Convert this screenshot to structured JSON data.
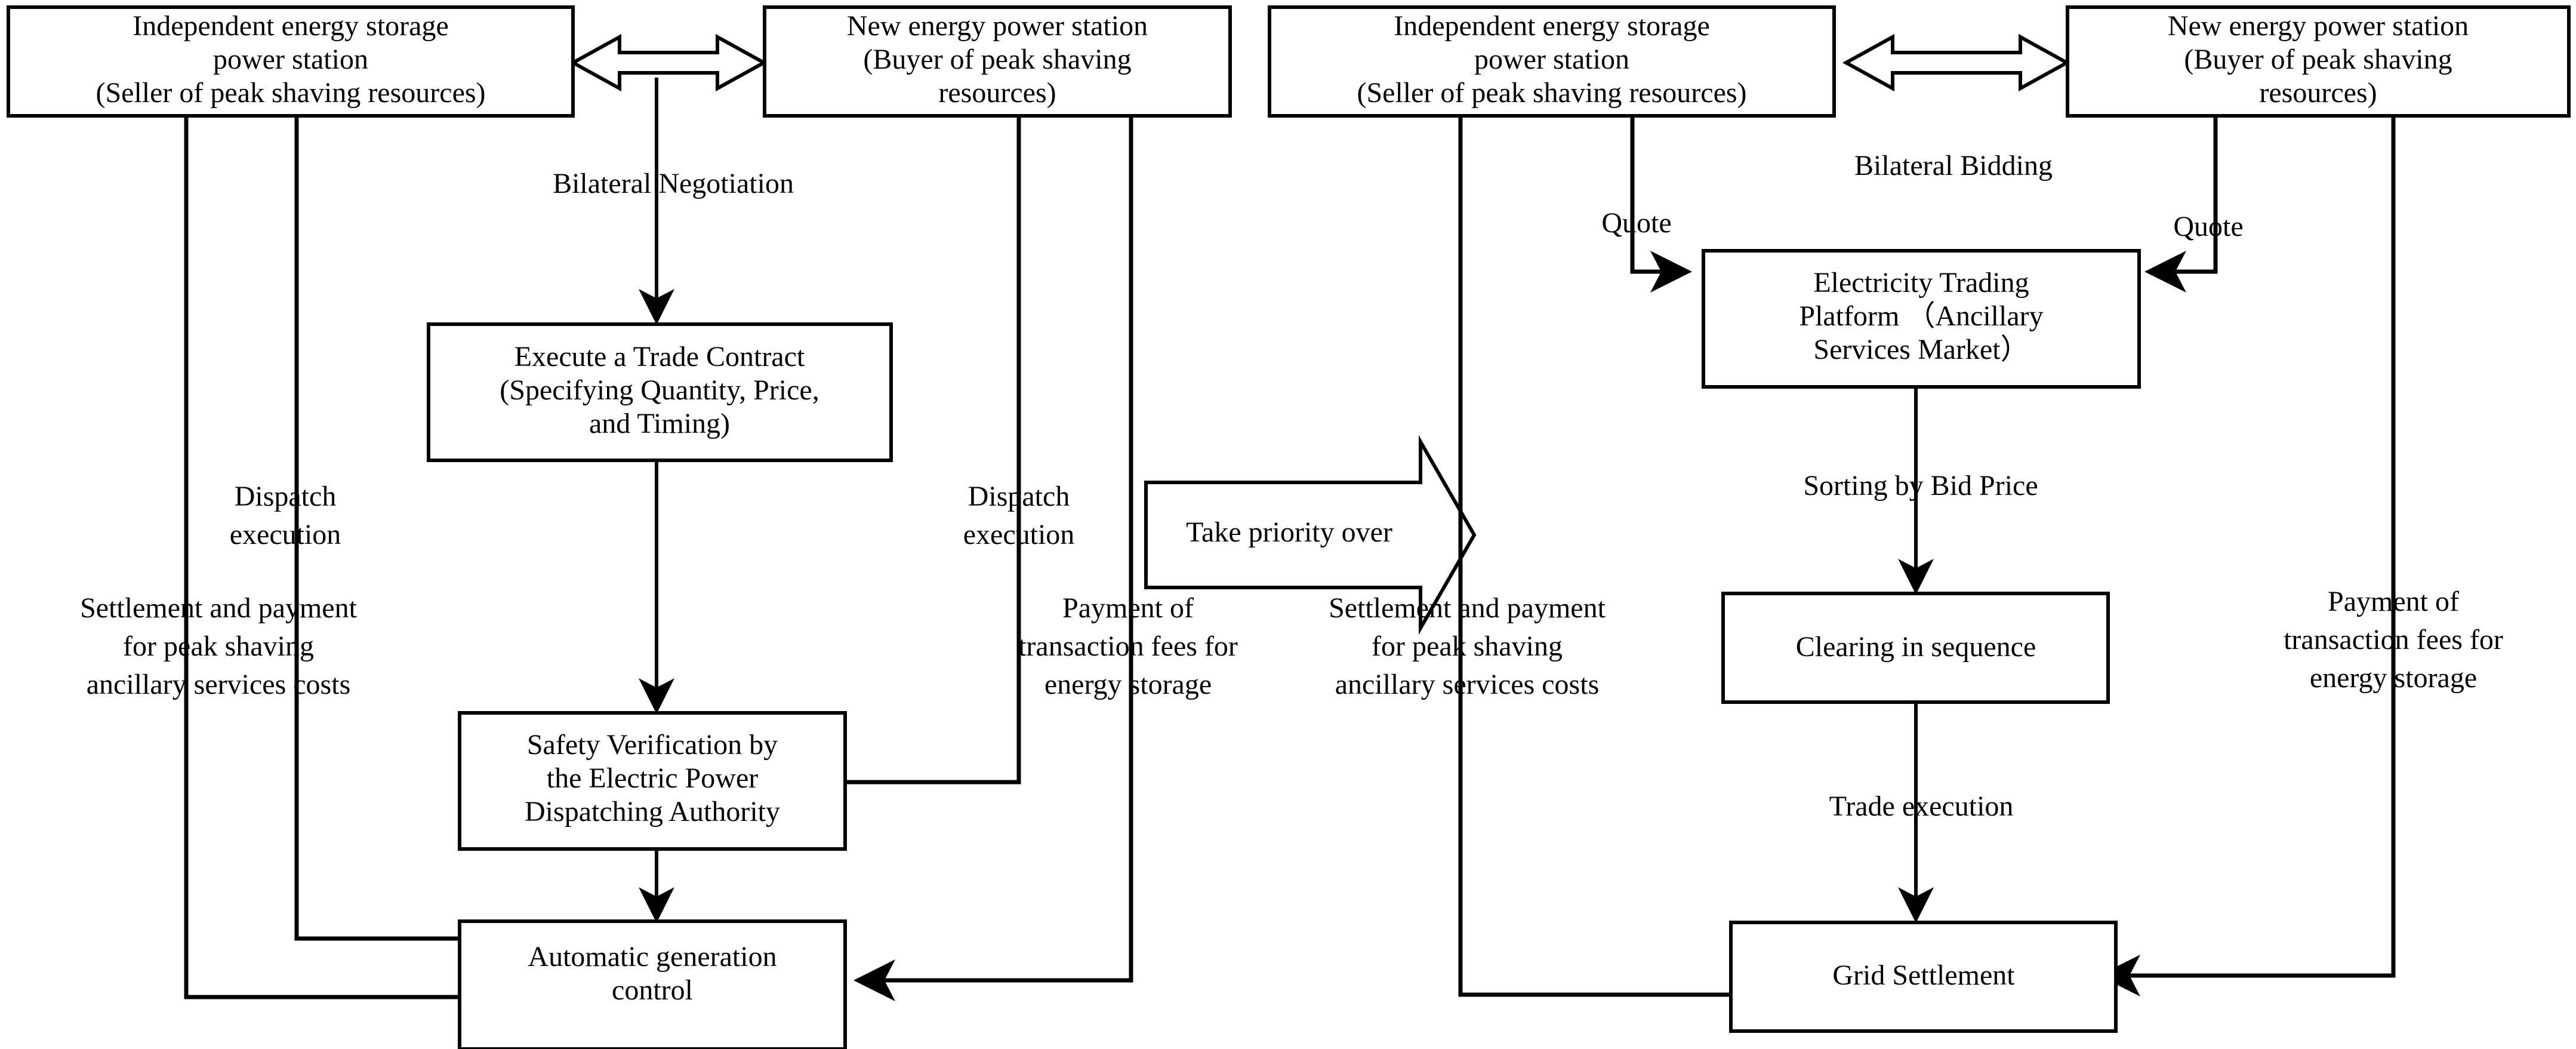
{
  "diagram": {
    "title": "Peak shaving ancillary services trading mechanisms",
    "colors": {
      "line": "#000000",
      "box_fill": "#ffffff",
      "background": "#ffffff"
    },
    "left_panel": {
      "name": "Bilateral Negotiation mechanism",
      "boxes": {
        "storage_station": "Independent energy storage\npower station\n(Seller of peak shaving resources)",
        "storage_station_l1": "Independent energy storage",
        "storage_station_l2": "power station",
        "storage_station_l3": "(Seller of peak shaving resources)",
        "new_energy_station_l1": "New energy power station",
        "new_energy_station_l2": "(Buyer of peak shaving",
        "new_energy_station_l3": "resources)",
        "trade_contract_l1": "Execute a Trade Contract",
        "trade_contract_l2": "(Specifying Quantity, Price,",
        "trade_contract_l3": "and Timing)",
        "safety_verification_l1": "Safety Verification by",
        "safety_verification_l2": "the Electric Power",
        "safety_verification_l3": "Dispatching Authority",
        "agc_l1": "Automatic generation",
        "agc_l2": "control"
      },
      "edge_labels": {
        "bilateral_negotiation": "Bilateral  Negotiation",
        "dispatch_execution_left_l1": "Dispatch",
        "dispatch_execution_left_l2": "execution",
        "settlement_left_l1": "Settlement and payment",
        "settlement_left_l2": "for peak shaving",
        "settlement_left_l3": "ancillary services costs",
        "dispatch_execution_mid_l1": "Dispatch",
        "dispatch_execution_mid_l2": "execution",
        "payment_fees_mid_l1": "Payment of",
        "payment_fees_mid_l2": "transaction fees for",
        "payment_fees_mid_l3": "energy storage"
      }
    },
    "center": {
      "take_priority_over": "Take priority over"
    },
    "right_panel": {
      "name": "Bilateral Bidding mechanism",
      "boxes": {
        "storage_station_l1": "Independent energy storage",
        "storage_station_l2": "power station",
        "storage_station_l3": "(Seller of peak shaving resources)",
        "new_energy_station_l1": "New energy power station",
        "new_energy_station_l2": "(Buyer of peak shaving",
        "new_energy_station_l3": "resources)",
        "trading_platform_l1": "Electricity Trading",
        "trading_platform_l2": "Platform （Ancillary",
        "trading_platform_l3": "Services Market）",
        "clearing_l1": "Clearing in sequence",
        "grid_settlement_l1": "Grid Settlement"
      },
      "edge_labels": {
        "bilateral_bidding": "Bilateral Bidding",
        "quote_left": "Quote",
        "quote_right": "Quote",
        "sorting_by_bid_price": "Sorting by Bid Price",
        "trade_execution": "Trade execution",
        "settlement_right_l1": "Settlement and payment",
        "settlement_right_l2": "for peak shaving",
        "settlement_right_l3": "ancillary services costs",
        "payment_fees_right_l1": "Payment of",
        "payment_fees_right_l2": "transaction fees for",
        "payment_fees_right_l3": "energy storage"
      }
    }
  }
}
